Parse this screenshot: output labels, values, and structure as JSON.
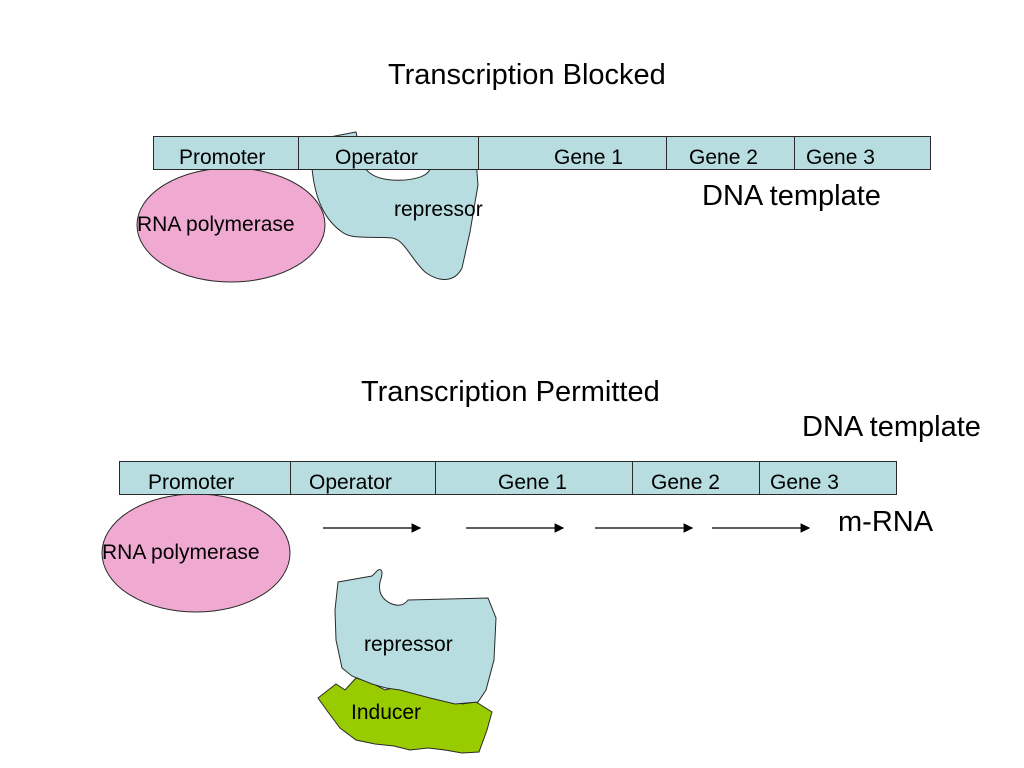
{
  "blocked": {
    "title": "Transcription Blocked",
    "dna_label": "DNA template",
    "segments": [
      "Promoter",
      "Operator",
      "Gene 1",
      "Gene 2",
      "Gene 3"
    ],
    "polymerase_label": "RNA polymerase",
    "repressor_label": "repressor"
  },
  "permitted": {
    "title": "Transcription Permitted",
    "dna_label": "DNA template",
    "segments": [
      "Promoter",
      "Operator",
      "Gene 1",
      "Gene 2",
      "Gene 3"
    ],
    "polymerase_label": "RNA polymerase",
    "repressor_label": "repressor",
    "inducer_label": "Inducer",
    "mrna_label": "m-RNA"
  },
  "colors": {
    "dna_strip": "#b7dde0",
    "polymerase": "#f0aad2",
    "repressor": "#b7dde0",
    "inducer": "#99cc00"
  }
}
